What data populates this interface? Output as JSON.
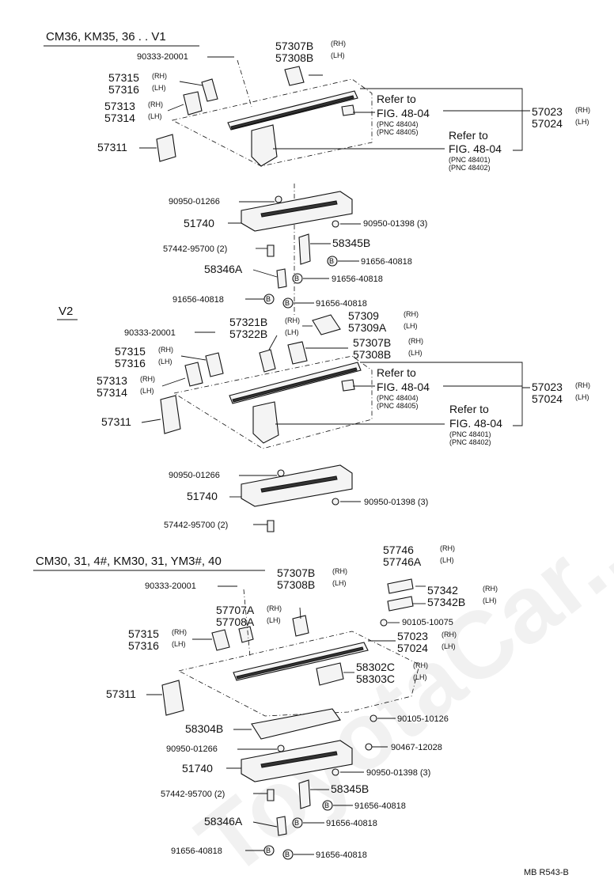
{
  "watermark": "ToyotaCar...ru",
  "sections": [
    {
      "title": "CM36, KM35, 36 . . V1"
    },
    {
      "title": "V2"
    },
    {
      "title": "CM30, 31, 4#, KM30, 31, YM3#, 40"
    }
  ],
  "footer": "MB  R543-B",
  "callouts": {
    "s1": [
      "90333-20001",
      "57307B",
      "(RH)",
      "57308B",
      "(LH)",
      "57315",
      "(RH)",
      "57316",
      "(LH)",
      "57313",
      "(RH)",
      "57314",
      "(LH)",
      "Refer to",
      "FIG. 48-04",
      "(PNC 48404)",
      "(PNC 48405)",
      "57023",
      "(RH)",
      "57024",
      "(LH)",
      "Refer to",
      "FIG. 48-04",
      "(PNC 48401)",
      "(PNC 48402)",
      "57311",
      "90950-01266",
      "51740",
      "90950-01398 (3)",
      "57442-95700 (2)",
      "58345B",
      "91656-40818",
      "58346A",
      "91656-40818",
      "91656-40818",
      "91656-40818"
    ],
    "s2": [
      "57321B",
      "(RH)",
      "57322B",
      "(LH)",
      "57309",
      "(RH)",
      "57309A",
      "(LH)",
      "90333-20001",
      "57307B",
      "(RH)",
      "57308B",
      "(LH)",
      "57315",
      "(RH)",
      "57316",
      "(LH)",
      "Refer to",
      "FIG. 48-04",
      "(PNC 48404)",
      "(PNC 48405)",
      "57313",
      "(RH)",
      "57314",
      "(LH)",
      "57023",
      "(RH)",
      "57024",
      "(LH)",
      "57311",
      "Refer to",
      "FIG. 48-04",
      "(PNC 48401)",
      "(PNC 48402)",
      "90950-01266",
      "51740",
      "90950-01398 (3)",
      "57442-95700 (2)"
    ],
    "s3": [
      "57746",
      "(RH)",
      "57746A",
      "(LH)",
      "57307B",
      "(RH)",
      "57308B",
      "(LH)",
      "90333-20001",
      "57342",
      "(RH)",
      "57342B",
      "(LH)",
      "57707A",
      "(RH)",
      "57708A",
      "(LH)",
      "90105-10075",
      "57315",
      "(RH)",
      "57316",
      "(LH)",
      "57023",
      "(RH)",
      "57024",
      "(LH)",
      "58302C",
      "(RH)",
      "58303C",
      "(LH)",
      "57311",
      "90105-10126",
      "58304B",
      "90950-01266",
      "90467-12028",
      "51740",
      "90950-01398 (3)",
      "57442-95700 (2)",
      "58345B",
      "91656-40818",
      "58346A",
      "91656-40818",
      "91656-40818",
      "91656-40818"
    ]
  }
}
